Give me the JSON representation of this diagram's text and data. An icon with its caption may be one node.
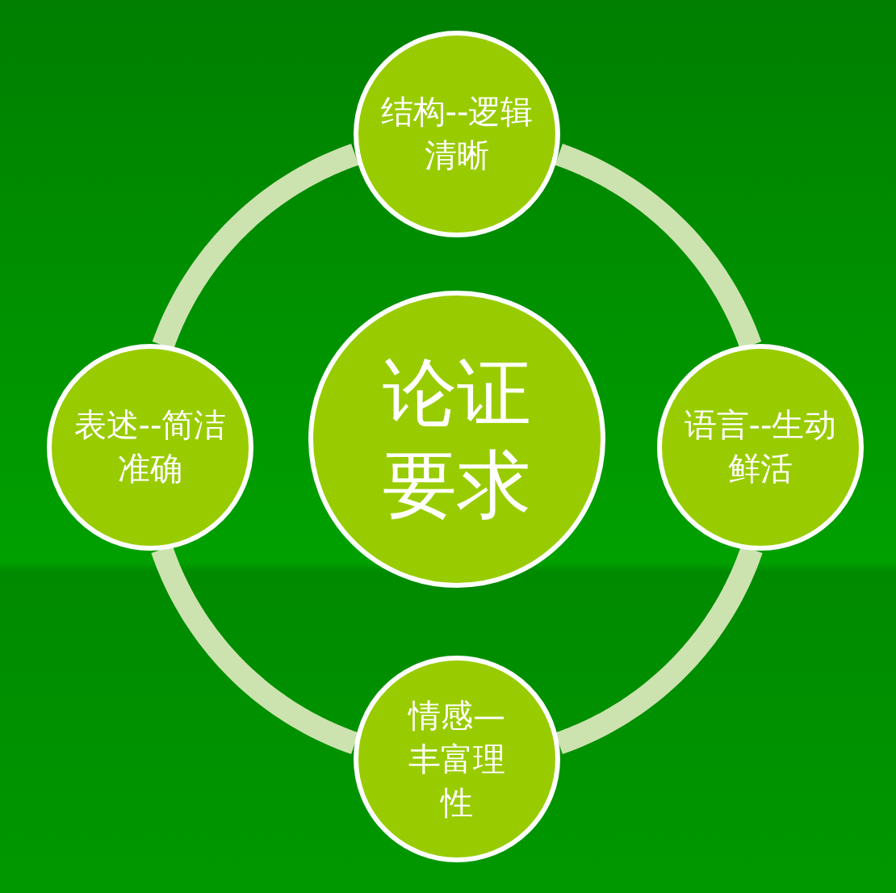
{
  "diagram": {
    "nodes": [
      {
        "text": [
          "结构--逻辑清晰"
        ]
      },
      {
        "text": [
          "表述--简洁准确"
        ]
      },
      {
        "text": [
          "论证要求"
        ]
      },
      {
        "text": [
          "语言--生动鲜活"
        ]
      },
      {
        "text": [
          "情感—丰富理性"
        ]
      }
    ],
    "edges": [
      {
        "from": 0,
        "to": 3,
        "arrow": "none"
      },
      {
        "from": 3,
        "to": 4,
        "arrow": "none"
      },
      {
        "from": 4,
        "to": 1,
        "arrow": "none"
      },
      {
        "from": 1,
        "to": 0,
        "arrow": "none"
      }
    ]
  }
}
